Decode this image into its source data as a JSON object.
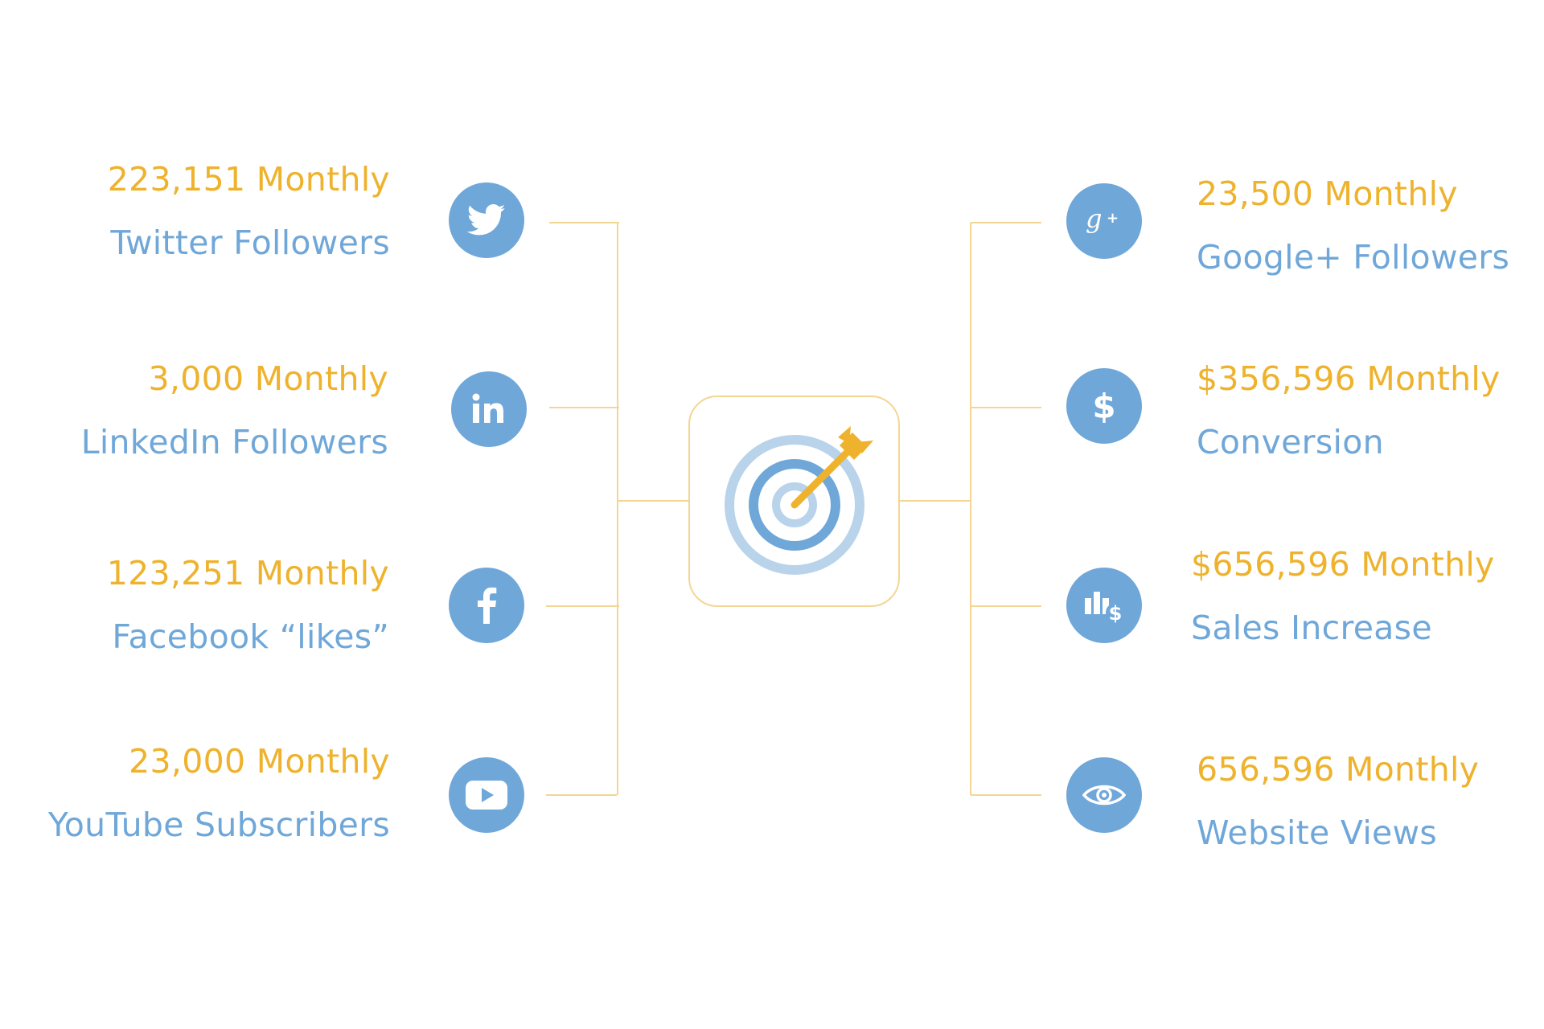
{
  "colors": {
    "accent": "#eeb22c",
    "primary": "#6fa7d9",
    "primary_light": "#b8d3ea",
    "connector": "#f3d694"
  },
  "center": {
    "icon": "target-arrow-icon"
  },
  "left_items": [
    {
      "value": "223,151 Monthly",
      "label": "Twitter Followers",
      "icon": "twitter-icon"
    },
    {
      "value": "3,000 Monthly",
      "label": "LinkedIn Followers",
      "icon": "linkedin-icon"
    },
    {
      "value": "123,251 Monthly",
      "label": "Facebook “likes”",
      "icon": "facebook-icon"
    },
    {
      "value": "23,000 Monthly",
      "label": "YouTube Subscribers",
      "icon": "youtube-icon"
    }
  ],
  "right_items": [
    {
      "value": "23,500 Monthly",
      "label": "Google+ Followers",
      "icon": "google-plus-icon"
    },
    {
      "value": "$356,596 Monthly",
      "label": "Conversion",
      "icon": "dollar-icon"
    },
    {
      "value": "$656,596 Monthly",
      "label": "Sales Increase",
      "icon": "sales-chart-icon"
    },
    {
      "value": "656,596 Monthly",
      "label": "Website Views",
      "icon": "eye-icon"
    }
  ]
}
